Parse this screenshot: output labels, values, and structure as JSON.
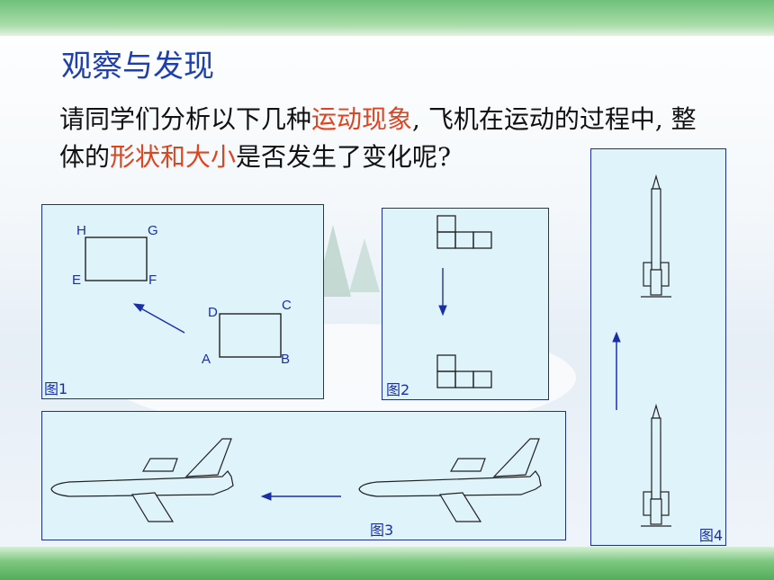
{
  "slide": {
    "title": "观察与发现",
    "intro": {
      "part1": "请同学们分析以下几种",
      "highlight1": "运动现象",
      "part2": ", 飞机在运动的过程中, 整体的",
      "highlight2": "形状和大小",
      "part3": "是否发生了变化呢?"
    },
    "colors": {
      "title": "#1f3fae",
      "highlight": "#e0431f",
      "panel_bg": "#dff3fb",
      "panel_border": "#1a2fa6"
    }
  },
  "figures": {
    "fig1": {
      "caption": "图1",
      "labels": {
        "H": "H",
        "G": "G",
        "E": "E",
        "F": "F",
        "D": "D",
        "C": "C",
        "A": "A",
        "B": "B"
      }
    },
    "fig2": {
      "caption": "图2"
    },
    "fig3": {
      "caption": "图3"
    },
    "fig4": {
      "caption": "图4"
    }
  }
}
